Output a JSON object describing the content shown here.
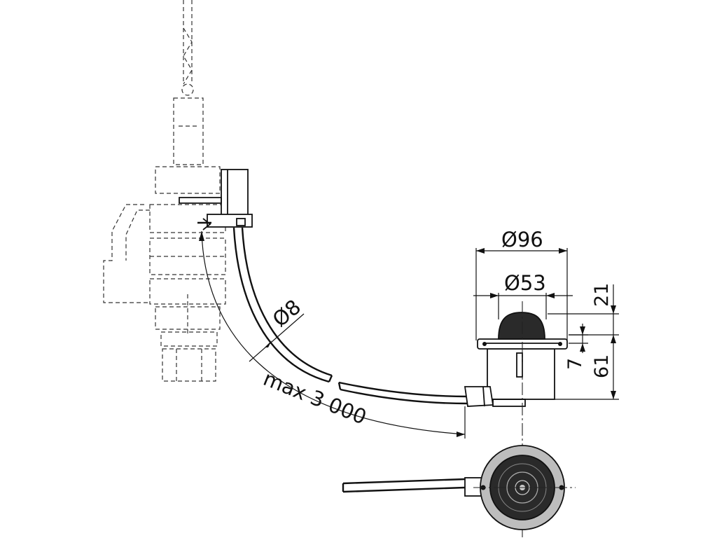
{
  "dimensions": {
    "outer_diameter": "Ø96",
    "inner_diameter": "Ø53",
    "hose_diameter": "Ø8",
    "cable_length": "max 3 000",
    "height_top": "21",
    "height_small": "7",
    "height_total": "61"
  }
}
